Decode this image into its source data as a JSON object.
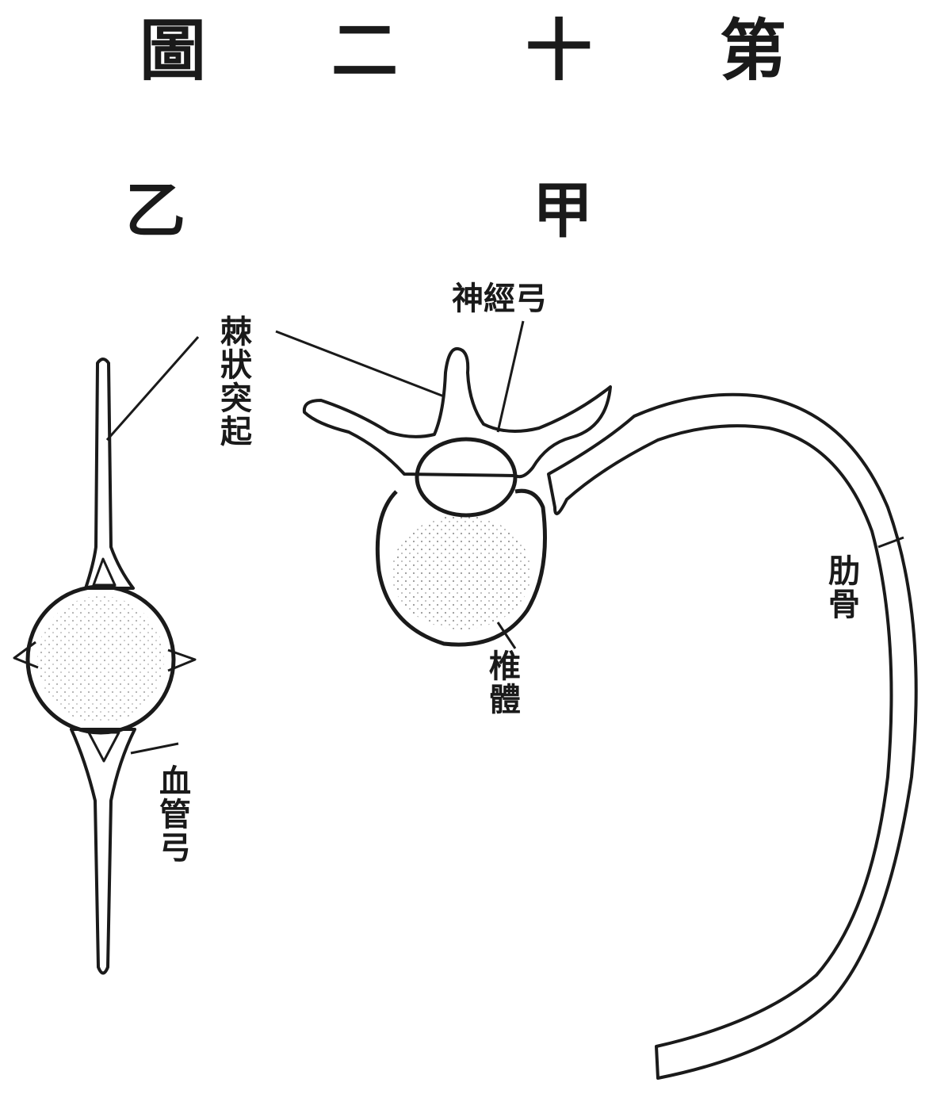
{
  "title": {
    "characters_left_to_right": [
      "圖",
      "二",
      "十",
      "第"
    ],
    "reading": "第十二圖"
  },
  "panels": {
    "left": "乙",
    "right": "甲"
  },
  "labels": {
    "spinous_process": "棘狀突起",
    "neural_arch": "神經弓",
    "rib": "肋骨",
    "vertebral_body": "椎體",
    "haemal_arch": "血管弓"
  },
  "colors": {
    "ink": "#1a1a1a",
    "paper": "#ffffff"
  }
}
